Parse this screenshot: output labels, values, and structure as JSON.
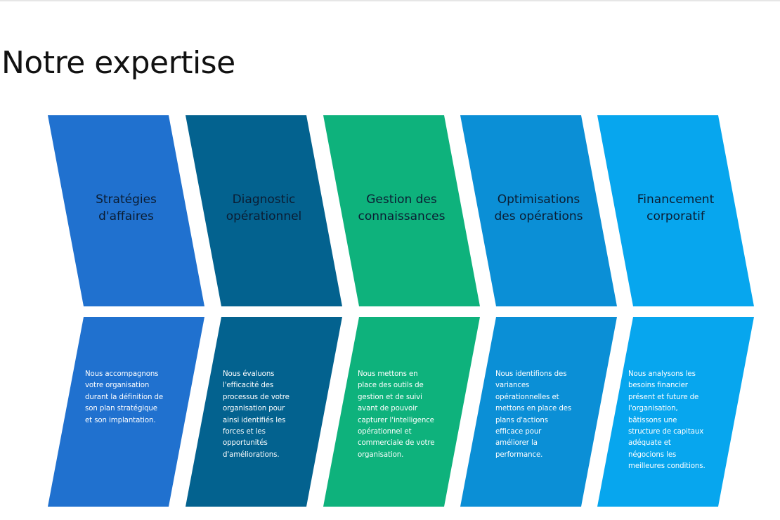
{
  "page": {
    "title": "Notre expertise"
  },
  "colors": {
    "column_1": "#2071cf",
    "column_2": "#03628f",
    "column_3": "#0eb27c",
    "column_4": "#0b8fd6",
    "column_5": "#07a6ee"
  },
  "columns": [
    {
      "heading": "Stratégies\nd'affaires",
      "description": "Nous accompagnons\nvotre organisation\ndurant la définition de\nson plan stratégique\net son implantation."
    },
    {
      "heading": "Diagnostic\nopérationnel",
      "description": "Nous évaluons\nl'efficacité des\nprocessus de  votre\norganisation pour\nainsi identifiés les\nforces et les\nopportunités\nd'améliorations."
    },
    {
      "heading": "Gestion des\nconnaissances",
      "description": "Nous mettons en\nplace des outils de\ngestion et de suivi\navant de pouvoir\ncapturer l'intelligence\nopérationnel et\ncommerciale de votre\norganisation."
    },
    {
      "heading": "Optimisations\ndes opérations",
      "description": "Nous identifions des\nvariances\nopérationnelles et\nmettons en place des\nplans d'actions\nefficace pour\naméliorer la\nperformance."
    },
    {
      "heading": "Financement\ncorporatif",
      "description": "Nous analysons les\nbesoins financier\nprésent et future de\nl'organisation,\nbâtissons une\nstructure de capitaux\nadéquate et\nnégocions les\nmeilleures conditions."
    }
  ]
}
